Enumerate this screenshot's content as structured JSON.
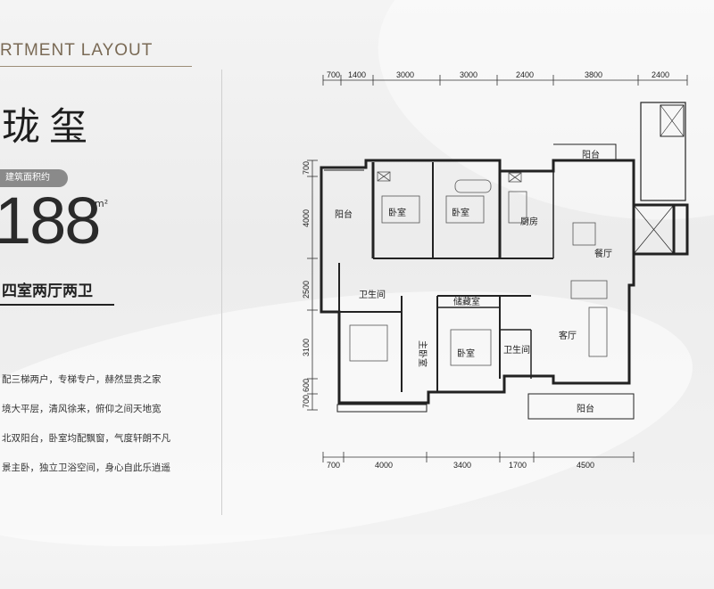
{
  "header": {
    "title": "RTMENT LAYOUT"
  },
  "product": {
    "name": "珑玺",
    "badge": "建筑面积约",
    "area": "188",
    "area_unit": "m²",
    "layout": "四室两厅两卫"
  },
  "features": [
    "配三梯两户，专梯专户，赫然显贵之家",
    "境大平层，清风徐来，俯仰之间天地宽",
    "北双阳台，卧室均配飘窗，气度轩朗不凡",
    "景主卧，独立卫浴空间，身心自此乐逍遥"
  ],
  "plan": {
    "top_dims": [
      "700",
      "1400",
      "3000",
      "3000",
      "2400",
      "3800",
      "2400"
    ],
    "bottom_dims": [
      "700",
      "4000",
      "3400",
      "1700",
      "4500"
    ],
    "left_dims": [
      "700",
      "4000",
      "2500",
      "3100",
      "600",
      "700"
    ],
    "rooms": {
      "balcony_west": "阳台",
      "bedroom_1": "卧室",
      "bedroom_2": "卧室",
      "kitchen": "厨房",
      "balcony_north": "阳台",
      "dining": "餐厅",
      "bathroom_1": "卫生间",
      "storage": "储藏室",
      "master_bedroom": "主卧室",
      "bedroom_3": "卧室",
      "bathroom_2": "卫生间",
      "living": "客厅",
      "balcony_south": "阳台"
    }
  }
}
